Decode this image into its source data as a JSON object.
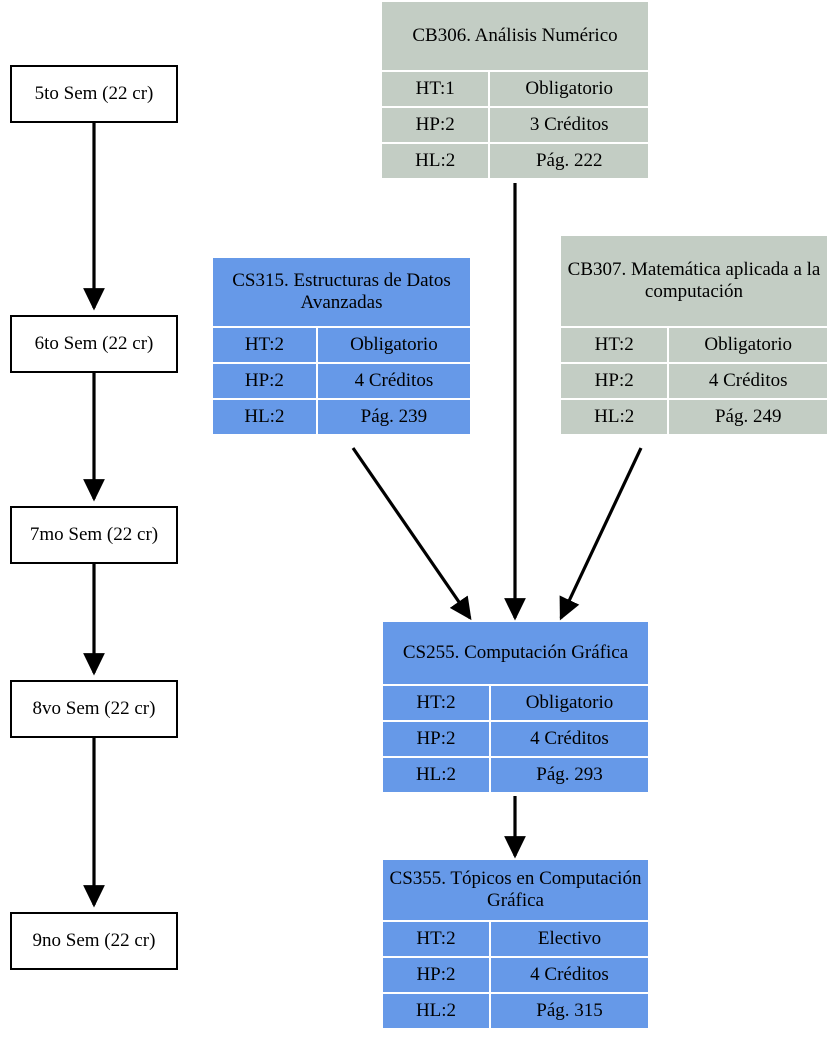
{
  "diagram": {
    "type": "curriculum-prerequisite-flowchart",
    "colors": {
      "green_course": "#c3cdc4",
      "blue_course": "#6699e8",
      "semester_box_fill": "#ffffff",
      "semester_box_border": "#000000",
      "edge": "#000000",
      "background": "#ffffff"
    },
    "semesters": [
      {
        "id": "sem5",
        "label": "5to Sem (22 cr)"
      },
      {
        "id": "sem6",
        "label": "6to Sem (22 cr)"
      },
      {
        "id": "sem7",
        "label": "7mo Sem (22 cr)"
      },
      {
        "id": "sem8",
        "label": "8vo Sem (22 cr)"
      },
      {
        "id": "sem9",
        "label": "9no Sem (22 cr)"
      }
    ],
    "courses": [
      {
        "id": "cb306",
        "title": "CB306. Análisis Numérico",
        "color": "green",
        "ht": "HT:1",
        "hp": "HP:2",
        "hl": "HL:2",
        "tipo": "Obligatorio",
        "creditos": "3 Créditos",
        "pagina": "Pág. 222"
      },
      {
        "id": "cs315",
        "title": "CS315. Estructuras de Datos Avanzadas",
        "color": "blue",
        "ht": "HT:2",
        "hp": "HP:2",
        "hl": "HL:2",
        "tipo": "Obligatorio",
        "creditos": "4 Créditos",
        "pagina": "Pág. 239"
      },
      {
        "id": "cb307",
        "title": "CB307. Matemática aplicada a la computación",
        "color": "green",
        "ht": "HT:2",
        "hp": "HP:2",
        "hl": "HL:2",
        "tipo": "Obligatorio",
        "creditos": "4 Créditos",
        "pagina": "Pág. 249"
      },
      {
        "id": "cs255",
        "title": "CS255. Computación Gráfica",
        "color": "blue",
        "ht": "HT:2",
        "hp": "HP:2",
        "hl": "HL:2",
        "tipo": "Obligatorio",
        "creditos": "4 Créditos",
        "pagina": "Pág. 293"
      },
      {
        "id": "cs355",
        "title": "CS355. Tópicos en Computación Gráfica",
        "color": "blue",
        "ht": "HT:2",
        "hp": "HP:2",
        "hl": "HL:2",
        "tipo": "Electivo",
        "creditos": "4 Créditos",
        "pagina": "Pág. 315"
      }
    ],
    "edges": [
      {
        "from": "sem5",
        "to": "sem6"
      },
      {
        "from": "sem6",
        "to": "sem7"
      },
      {
        "from": "sem7",
        "to": "sem8"
      },
      {
        "from": "sem8",
        "to": "sem9"
      },
      {
        "from": "cb306",
        "to": "cs255"
      },
      {
        "from": "cs315",
        "to": "cs255"
      },
      {
        "from": "cb307",
        "to": "cs255"
      },
      {
        "from": "cs255",
        "to": "cs355"
      }
    ]
  }
}
